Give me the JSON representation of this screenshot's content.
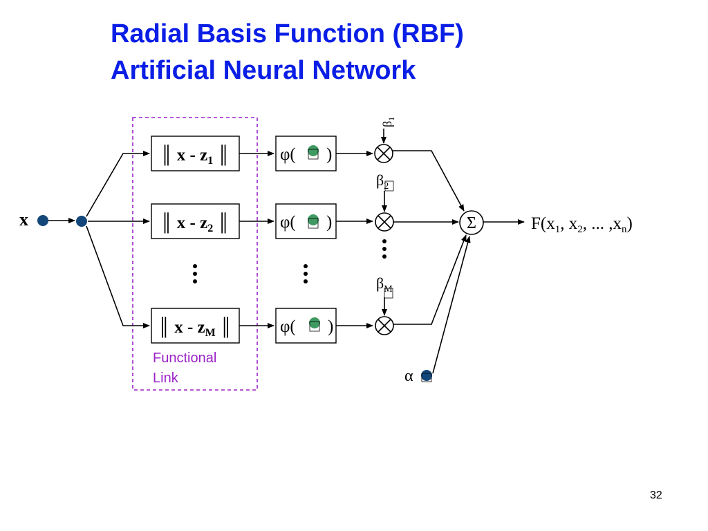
{
  "title": {
    "line1": "Radial Basis Function (RBF)",
    "line2": "Artificial Neural Network"
  },
  "diagram": {
    "input_label": "x",
    "distance_nodes": [
      {
        "prefix": "║ x - z",
        "sub": "1",
        "suffix": " ║"
      },
      {
        "prefix": "║ x - z",
        "sub": "2",
        "suffix": " ║"
      },
      {
        "prefix": "║ x - z",
        "sub": "M",
        "suffix": " ║"
      }
    ],
    "activation_nodes": [
      {
        "open": "φ(",
        "close": ")"
      },
      {
        "open": "φ(",
        "close": ")"
      },
      {
        "open": "φ(",
        "close": ")"
      }
    ],
    "weights": [
      {
        "symbol": "β",
        "sub": "1"
      },
      {
        "symbol": "β",
        "sub": "2"
      },
      {
        "symbol": "β",
        "sub": "M"
      }
    ],
    "multiply_symbol": "⊗",
    "sum_symbol": "Σ",
    "bias_label": "α",
    "output": {
      "prefix": "F(x",
      "sub1": "1",
      "mid1": ", x",
      "sub2": "2",
      "mid2": ", ... ,x",
      "subn": "n",
      "suffix": ")"
    },
    "functional_link_label_line1": "Functional",
    "functional_link_label_line2": "Link"
  },
  "page_number": "32",
  "colors": {
    "title": "#0a1ee6",
    "functional_link": "#9b22c8",
    "input_node": "#13477a",
    "activation_dot": "#3f9a62"
  },
  "icons": [
    "input-node-dot",
    "activation-dot-icon",
    "multiply-icon",
    "sum-icon"
  ]
}
